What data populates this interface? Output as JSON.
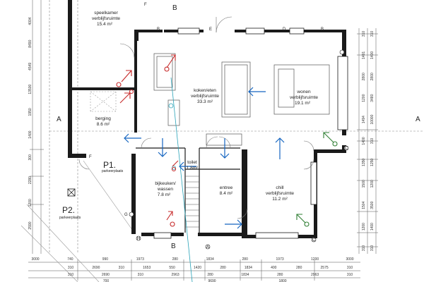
{
  "rooms": {
    "speelkamer": {
      "name": "speelkamer",
      "sub": "verblijfsruimte",
      "area": "15.4 m²"
    },
    "keuken": {
      "name": "koken/eten",
      "sub": "verblijfsruimte",
      "area": "33.3 m²"
    },
    "wonen": {
      "name": "wonen",
      "sub": "verblijfsruimte",
      "area": "19.1 m²"
    },
    "berging": {
      "name": "berging",
      "area": "8.6 m²"
    },
    "bijkeuken": {
      "name": "bijkeuken/",
      "sub": "wassen",
      "area": "7.8 m²"
    },
    "toilet": {
      "name": "toilet",
      "area": "1.8m²"
    },
    "entree": {
      "name": "entree",
      "area": "8.4 m²"
    },
    "chill": {
      "name": "chill",
      "sub": "verblijfsruimte",
      "area": "11.2 m²"
    }
  },
  "section_markers": {
    "a": "A",
    "b": "B",
    "c": "C",
    "d": "D",
    "e": "E",
    "f": "F",
    "g": "G",
    "h": "H"
  },
  "parking": {
    "p1": "P1.",
    "p1_sub": "parkeerplaats",
    "p2": "P2.",
    "p2_sub": "parkeerplaats"
  },
  "dimensions": {
    "bottom_row1": [
      "3000",
      "740",
      "990",
      "1973",
      "280",
      "1834",
      "280",
      "1973",
      "1200",
      "3000"
    ],
    "bottom_row2": [
      "310",
      "2690",
      "310",
      "1653",
      "550",
      "1420",
      "280",
      "1834",
      "400",
      "280",
      "2575",
      "310"
    ],
    "bottom_row3": [
      "310",
      "2690",
      "310",
      "2963",
      "280",
      "1834",
      "280",
      "2963",
      "310"
    ],
    "bottom_total": "9690",
    "bottom_small": [
      "700",
      "1800"
    ],
    "right_outer": [
      "310",
      "1400",
      "2800",
      "3480",
      "10000",
      "310",
      "1250",
      "1200",
      "3500",
      "1400",
      "310"
    ],
    "right_inner": [
      "310",
      "1491",
      "2800",
      "1200",
      "1494",
      "1400",
      "1350",
      "1500",
      "1504",
      "1200",
      "310"
    ],
    "left": [
      "4004",
      "8490",
      "4549",
      "13500",
      "1950",
      "1400",
      "300",
      "2280",
      "1200",
      "2590"
    ]
  }
}
